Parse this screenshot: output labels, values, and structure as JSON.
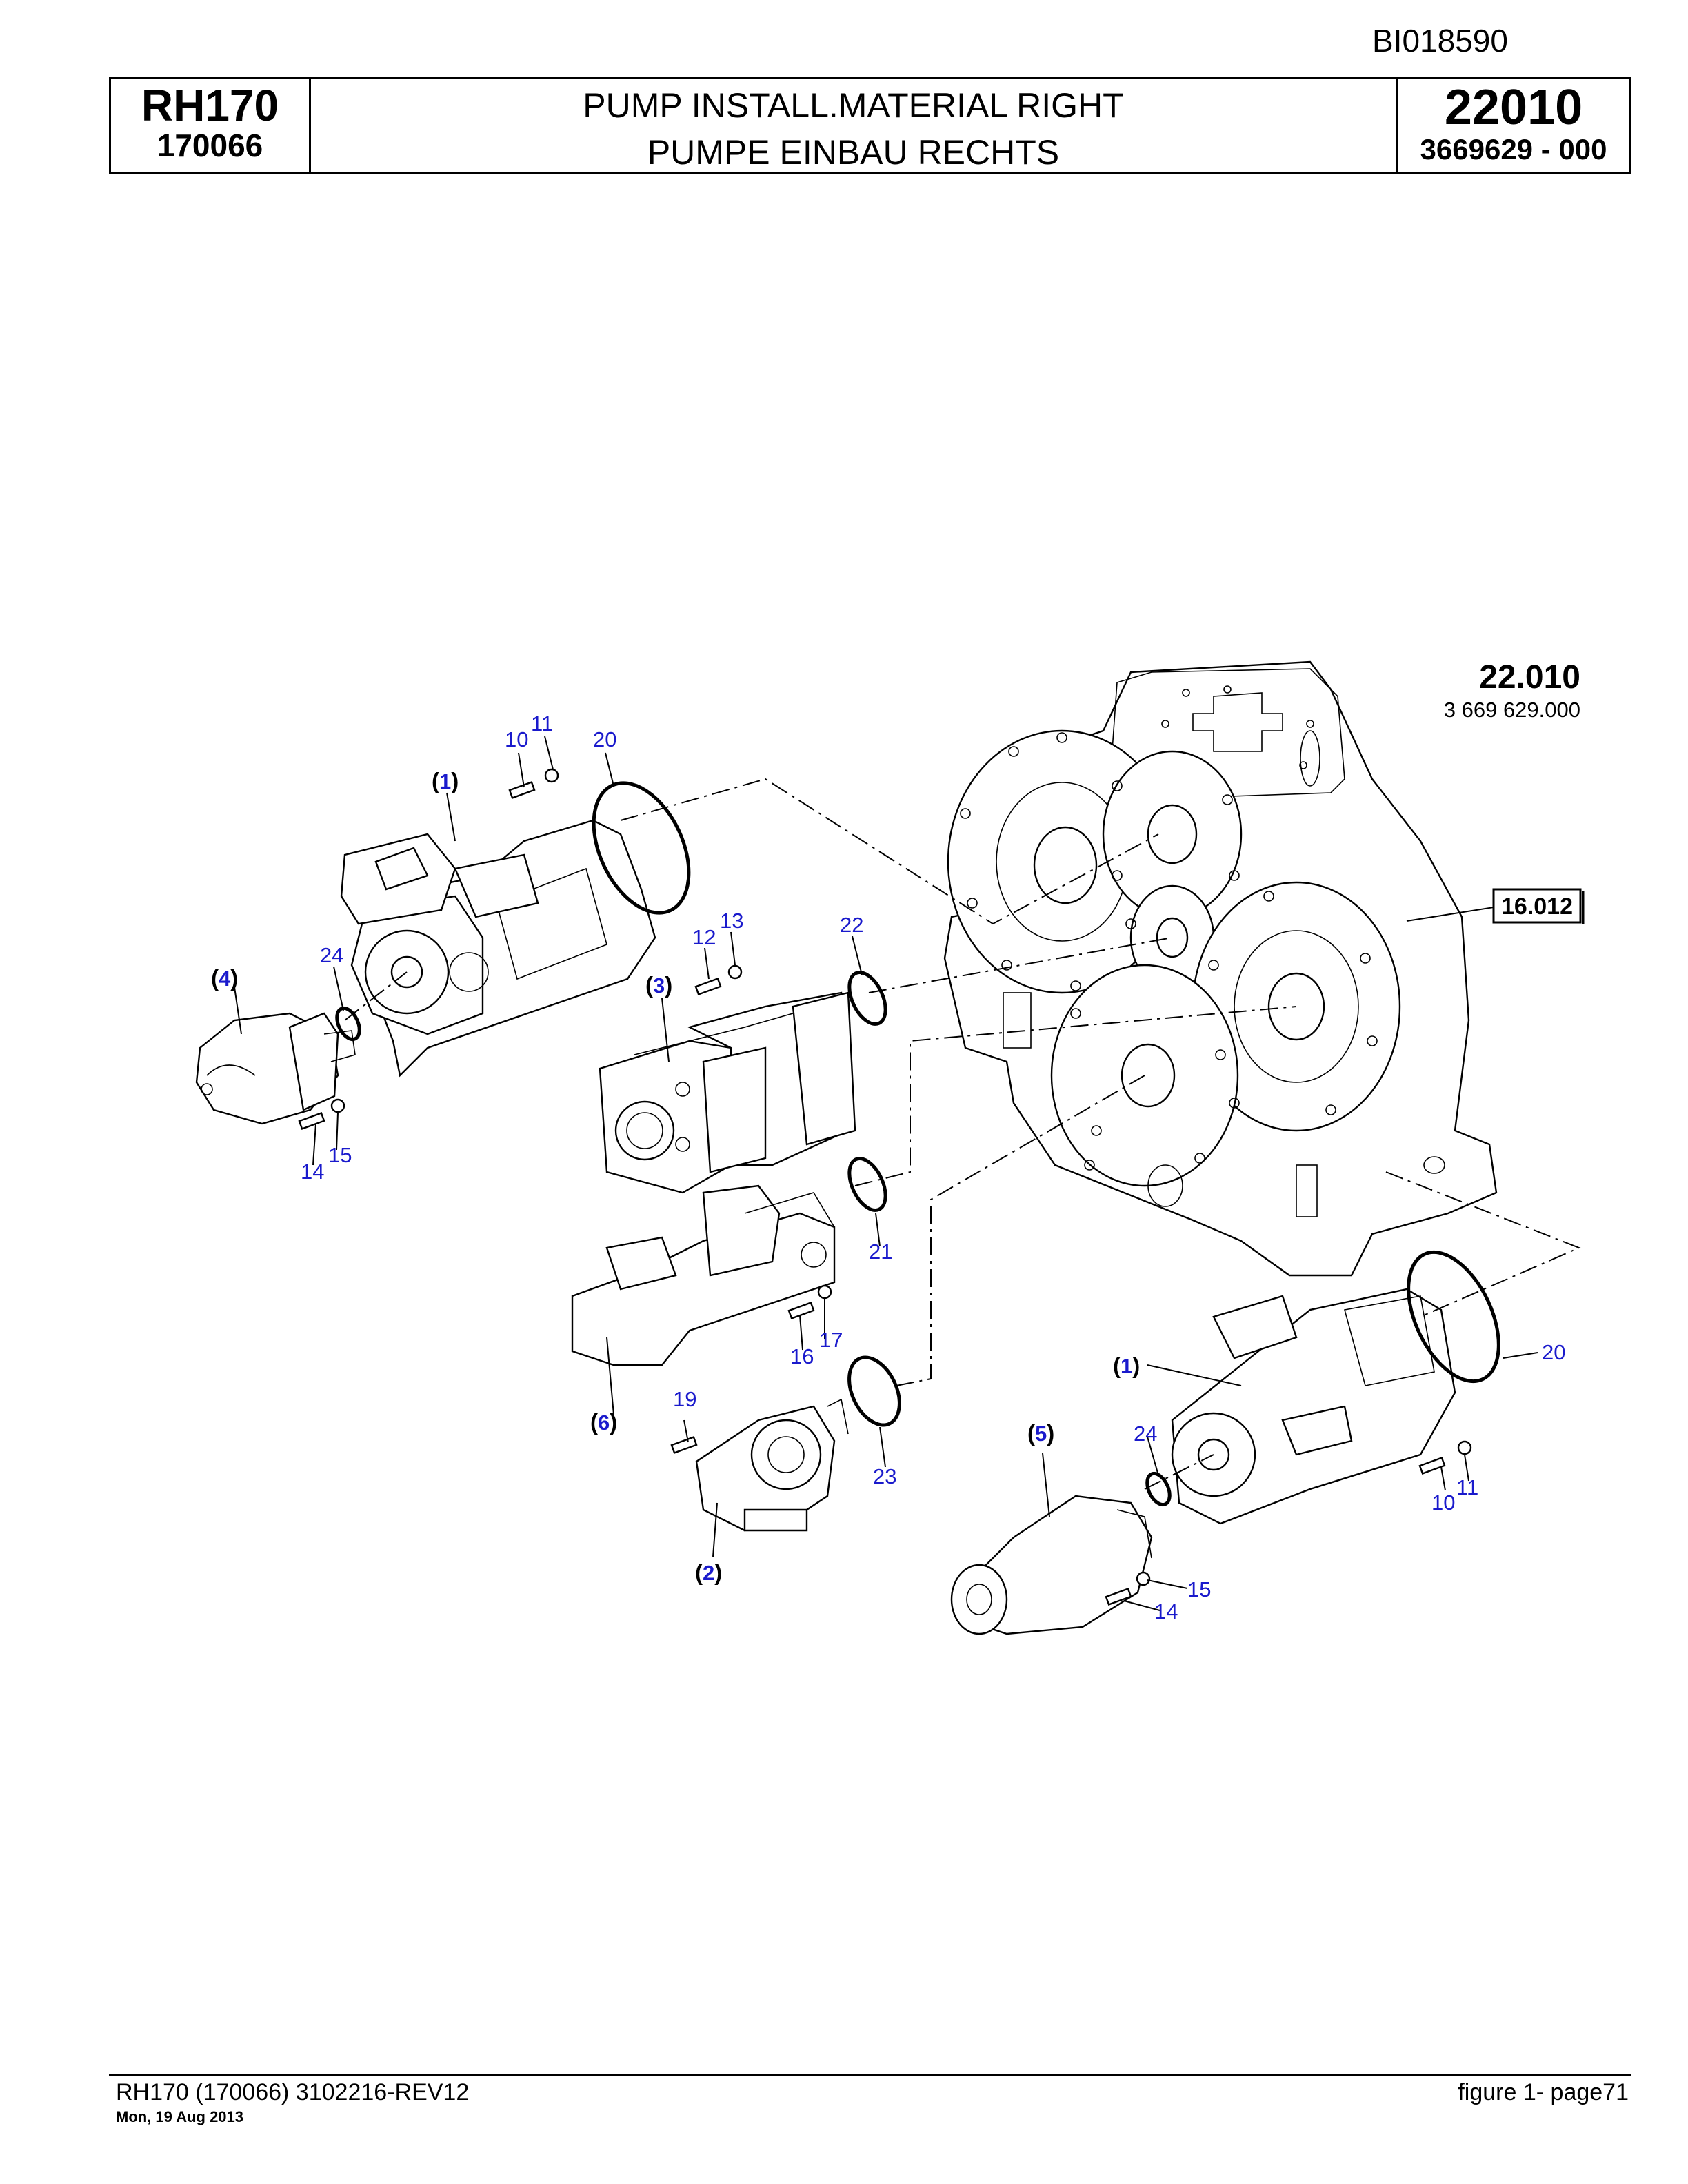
{
  "document_id": "BI018590",
  "header": {
    "model": "RH170",
    "serial": "170066",
    "title_en": "PUMP INSTALL.MATERIAL RIGHT",
    "title_de": "PUMPE EINBAU RECHTS",
    "group": "22010",
    "part_number": "3669629  - 000"
  },
  "drawing": {
    "assembly_ref": "22.010",
    "assembly_part_no": "3 669 629.000",
    "boxed_ref": "16.012",
    "callouts": {
      "c10a": "10",
      "c11a": "11",
      "c20a": "20",
      "c24a": "24",
      "c12": "12",
      "c13": "13",
      "c22": "22",
      "c14a": "14",
      "c15a": "15",
      "c21": "21",
      "c16": "16",
      "c17": "17",
      "c19": "19",
      "c23": "23",
      "c20b": "20",
      "c24b": "24",
      "c10b": "10",
      "c11b": "11",
      "c15b": "15",
      "c14b": "14"
    },
    "assemblies": {
      "p1a": "1",
      "p4": "4",
      "p3": "3",
      "p6": "6",
      "p2": "2",
      "p1b": "1",
      "p5": "5"
    }
  },
  "footer": {
    "left": "RH170 (170066) 3102216-REV12",
    "date": "Mon, 19 Aug 2013",
    "right": "figure  1- page71"
  }
}
